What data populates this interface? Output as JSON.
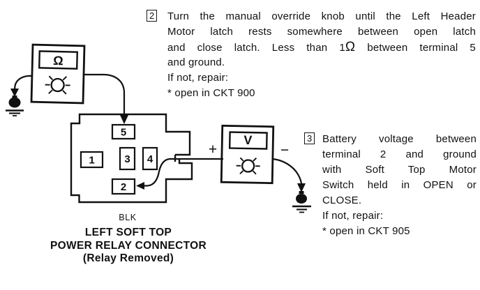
{
  "colors": {
    "ink": "#111111",
    "paper": "#ffffff"
  },
  "drawing": {
    "ohmmeter": {
      "display_symbol": "Ω"
    },
    "voltmeter": {
      "display_symbol": "V",
      "positive_label": "+",
      "negative_label": "−"
    },
    "connector": {
      "terminals": {
        "t5": "5",
        "t1": "1",
        "t3": "3",
        "t4": "4",
        "t2": "2"
      },
      "wire_color": "BLK",
      "caption_line1": "LEFT SOFT TOP",
      "caption_line2": "POWER RELAY CONNECTOR",
      "caption_line3": "(Relay Removed)"
    }
  },
  "steps": {
    "step2": {
      "number": "2",
      "line1": "Turn the manual override knob until the Left Header",
      "line2": "Motor latch rests somewhere between open latch",
      "line3_pre": "and close latch. Less than 1",
      "line3_omega": "Ω",
      "line3_post": " between terminal 5",
      "line4": "and ground.",
      "line5": "If not, repair:",
      "line6": "* open in CKT 900"
    },
    "step3": {
      "number": "3",
      "line1": "Battery voltage between",
      "line2": "terminal 2 and ground",
      "line3": "with Soft Top Motor",
      "line4": "Switch held in OPEN or",
      "line5": "CLOSE.",
      "line6": "If not, repair:",
      "line7": "* open in CKT 905"
    }
  }
}
